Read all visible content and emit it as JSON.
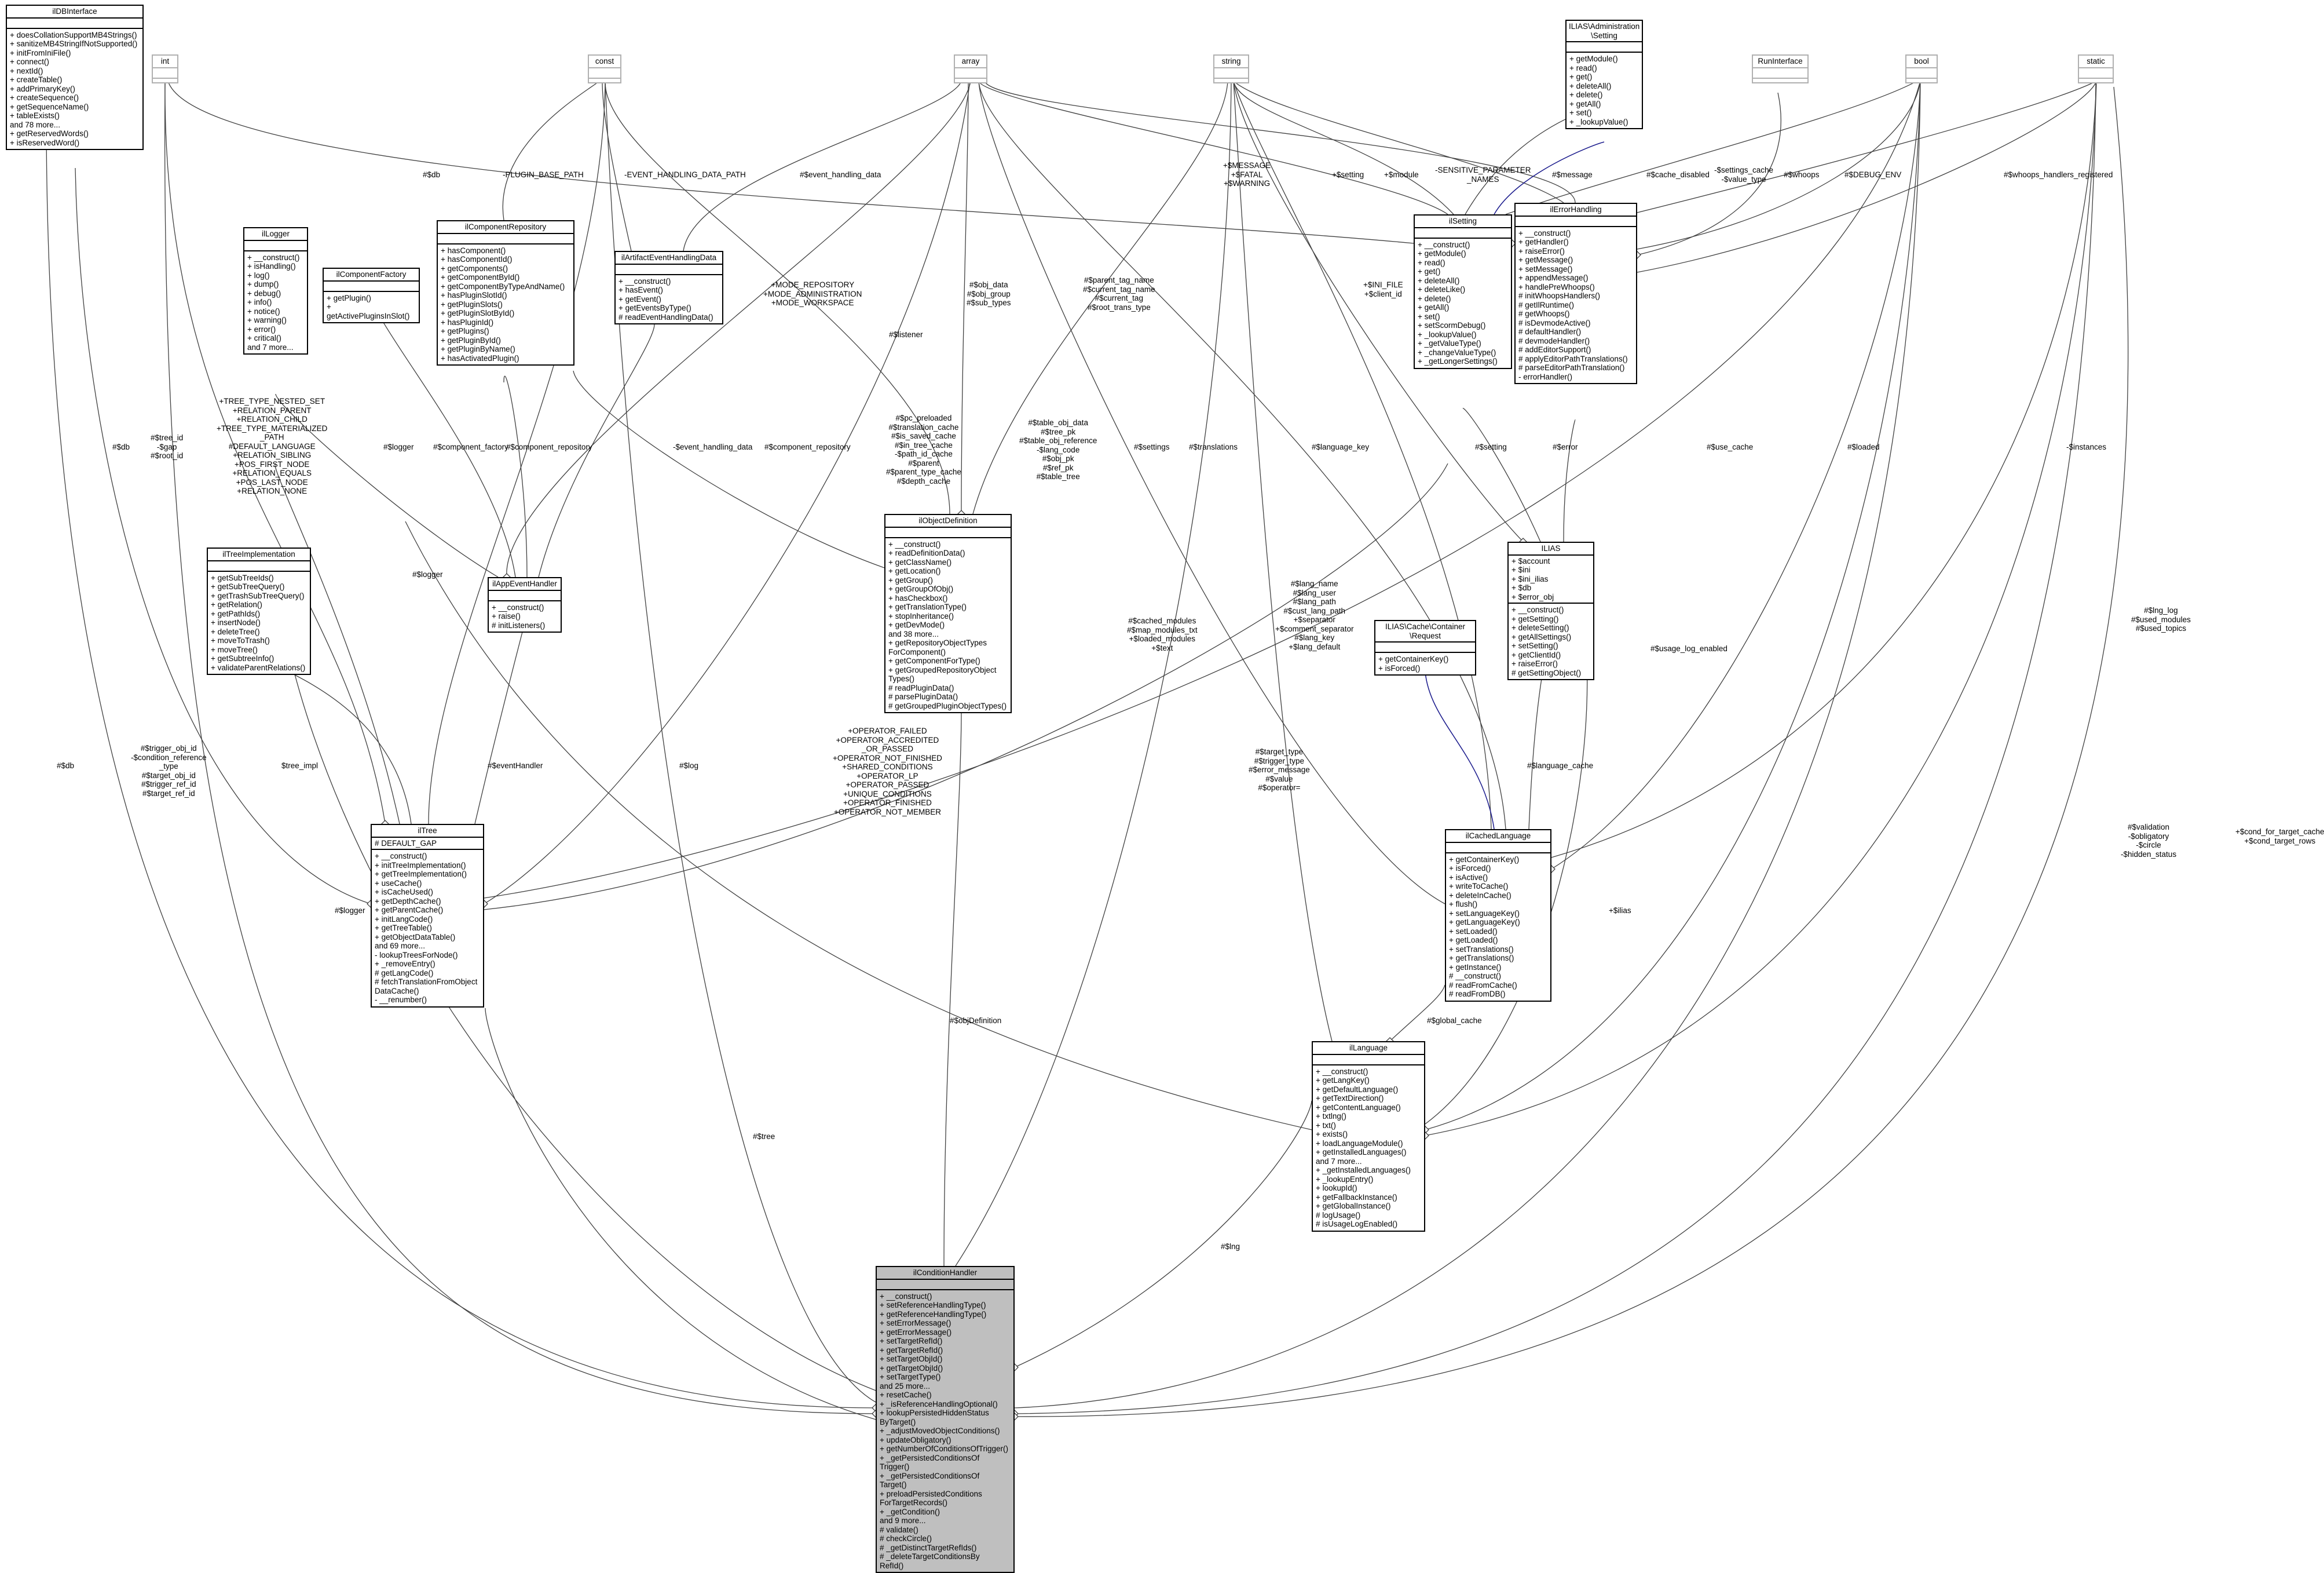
{
  "nodes": [
    {
      "id": "n-ildbinterface",
      "title": "ilDBInterface",
      "attrs": "",
      "methods": "+ doesCollationSupportMB4Strings()\n+ sanitizeMB4StringIfNotSupported()\n+ initFromIniFile()\n+ connect()\n+ nextId()\n+ createTable()\n+ addPrimaryKey()\n+ createSequence()\n+ getSequenceName()\n+ tableExists()\nand 78 more...\n+ getReservedWords()\n+ isReservedWord()",
      "ghost": false
    },
    {
      "id": "n-int",
      "title": "int",
      "attrs": "",
      "methods": "",
      "ghost": true
    },
    {
      "id": "n-const",
      "title": "const",
      "attrs": "",
      "methods": "",
      "ghost": true
    },
    {
      "id": "n-array",
      "title": "array",
      "attrs": "",
      "methods": "",
      "ghost": true
    },
    {
      "id": "n-string",
      "title": "string",
      "attrs": "",
      "methods": "",
      "ghost": true
    },
    {
      "id": "n-adminsetting",
      "title": "ILIAS\\Administration\n\\Setting",
      "attrs": "",
      "methods": "+ getModule()\n+ read()\n+ get()\n+ deleteAll()\n+ delete()\n+ getAll()\n+ set()\n+ _lookupValue()",
      "ghost": false
    },
    {
      "id": "n-runinterface",
      "title": "RunInterface",
      "attrs": "",
      "methods": "",
      "ghost": true
    },
    {
      "id": "n-bool",
      "title": "bool",
      "attrs": "",
      "methods": "",
      "ghost": true
    },
    {
      "id": "n-static",
      "title": "static",
      "attrs": "",
      "methods": "",
      "ghost": true
    },
    {
      "id": "n-illogger",
      "title": "ilLogger",
      "attrs": "",
      "methods": "+ __construct()\n+ isHandling()\n+ log()\n+ dump()\n+ debug()\n+ info()\n+ notice()\n+ warning()\n+ error()\n+ critical()\nand 7 more...",
      "ghost": false
    },
    {
      "id": "n-ilcomponentfactory",
      "title": "ilComponentFactory",
      "attrs": "",
      "methods": "+ getPlugin()\n+ getActivePluginsInSlot()",
      "ghost": false
    },
    {
      "id": "n-ilcomponentrepository",
      "title": "ilComponentRepository",
      "attrs": "",
      "methods": "+ hasComponent()\n+ hasComponentId()\n+ getComponents()\n+ getComponentById()\n+ getComponentByTypeAndName()\n+ hasPluginSlotId()\n+ getPluginSlots()\n+ getPluginSlotById()\n+ hasPluginId()\n+ getPlugins()\n+ getPluginById()\n+ getPluginByName()\n+ hasActivatedPlugin()",
      "ghost": false
    },
    {
      "id": "n-ilartifact",
      "title": "ilArtifactEventHandlingData",
      "attrs": "",
      "methods": "+ __construct()\n+ hasEvent()\n+ getEvent()\n+ getEventsByType()\n# readEventHandlingData()",
      "ghost": false
    },
    {
      "id": "n-ilsetting",
      "title": "ilSetting",
      "attrs": "",
      "methods": "+ __construct()\n+ getModule()\n+ read()\n+ get()\n+ deleteAll()\n+ deleteLike()\n+ delete()\n+ getAll()\n+ set()\n+ setScormDebug()\n+ _lookupValue()\n+ _getValueType()\n+ _changeValueType()\n+ _getLongerSettings()",
      "ghost": false
    },
    {
      "id": "n-ilerrorhandling",
      "title": "ilErrorHandling",
      "attrs": "",
      "methods": "+ __construct()\n+ getHandler()\n+ raiseError()\n+ getMessage()\n+ setMessage()\n+ appendMessage()\n+ handlePreWhoops()\n# initWhoopsHandlers()\n# getIlRuntime()\n# getWhoops()\n# isDevmodeActive()\n# defaultHandler()\n# devmodeHandler()\n# addEditorSupport()\n# applyEditorPathTranslations()\n# parseEditorPathTranslation()\n- errorHandler()",
      "ghost": false
    },
    {
      "id": "n-iltreeimpl",
      "title": "ilTreeImplementation",
      "attrs": "",
      "methods": "+ getSubTreeIds()\n+ getSubTreeQuery()\n+ getTrashSubTreeQuery()\n+ getRelation()\n+ getPathIds()\n+ insertNode()\n+ deleteTree()\n+ moveToTrash()\n+ moveTree()\n+ getSubtreeInfo()\n+ validateParentRelations()",
      "ghost": false
    },
    {
      "id": "n-ilappeventhandler",
      "title": "ilAppEventHandler",
      "attrs": "",
      "methods": "+ __construct()\n+ raise()\n# initListeners()",
      "ghost": false
    },
    {
      "id": "n-ilobjectdefinition",
      "title": "ilObjectDefinition",
      "attrs": "",
      "methods": "+ __construct()\n+ readDefinitionData()\n+ getClassName()\n+ getLocation()\n+ getGroup()\n+ getGroupOfObj()\n+ hasCheckbox()\n+ getTranslationType()\n+ stopInheritance()\n+ getDevMode()\nand 38 more...\n+ getRepositoryObjectTypes\nForComponent()\n+ getComponentForType()\n+ getGroupedRepositoryObject\nTypes()\n# readPluginData()\n# parsePluginData()\n# getGroupedPluginObjectTypes()",
      "ghost": false
    },
    {
      "id": "n-ilias",
      "title": "ILIAS",
      "attrs": "+ $account\n+ $ini\n+ $ini_ilias\n+ $db\n+ $error_obj",
      "methods": "+ __construct()\n+ getSetting()\n+ deleteSetting()\n+ getAllSettings()\n+ setSetting()\n+ getClientId()\n+ raiseError()\n# getSettingObject()",
      "ghost": false
    },
    {
      "id": "n-cachecontainer",
      "title": "ILIAS\\Cache\\Container\n\\Request",
      "attrs": "",
      "methods": "+ getContainerKey()\n+ isForced()",
      "ghost": false
    },
    {
      "id": "n-iltree",
      "title": "ilTree",
      "attrs": "# DEFAULT_GAP",
      "methods": "+ __construct()\n+ initTreeImplementation()\n+ getTreeImplementation()\n+ useCache()\n+ isCacheUsed()\n+ getDepthCache()\n+ getParentCache()\n+ initLangCode()\n+ getTreeTable()\n+ getObjectDataTable()\nand 69 more...\n- lookupTreesForNode()\n+ _removeEntry()\n# getLangCode()\n# fetchTranslationFromObject\nDataCache()\n- __renumber()",
      "ghost": false
    },
    {
      "id": "n-ilcachedlanguage",
      "title": "ilCachedLanguage",
      "attrs": "",
      "methods": "+ getContainerKey()\n+ isForced()\n+ isActive()\n+ writeToCache()\n+ deleteInCache()\n+ flush()\n+ setLanguageKey()\n+ getLanguageKey()\n+ setLoaded()\n+ getLoaded()\n+ setTranslations()\n+ getTranslations()\n+ getInstance()\n# __construct()\n# readFromCache()\n# readFromDB()",
      "ghost": false
    },
    {
      "id": "n-illanguage",
      "title": "ilLanguage",
      "attrs": "",
      "methods": "+ __construct()\n+ getLangKey()\n+ getDefaultLanguage()\n+ getTextDirection()\n+ getContentLanguage()\n+ txtlng()\n+ txt()\n+ exists()\n+ loadLanguageModule()\n+ getInstalledLanguages()\nand 7 more...\n+ _getInstalledLanguages()\n+ _lookupEntry()\n+ lookupId()\n+ getFallbackInstance()\n+ getGlobalInstance()\n# logUsage()\n# isUsageLogEnabled()",
      "ghost": false
    },
    {
      "id": "n-ilconditionhandler",
      "title": "ilConditionHandler",
      "attrs": "",
      "methods": "+ __construct()\n+ setReferenceHandlingType()\n+ getReferenceHandlingType()\n+ setErrorMessage()\n+ getErrorMessage()\n+ setTargetRefId()\n+ getTargetRefId()\n+ setTargetObjId()\n+ getTargetObjId()\n+ setTargetType()\nand 25 more...\n+ resetCache()\n+ _isReferenceHandlingOptional()\n+ lookupPersistedHiddenStatus\nByTarget()\n+ _adjustMovedObjectConditions()\n+ updateObligatory()\n+ getNumberOfConditionsOfTrigger()\n+ _getPersistedConditionsOf\nTrigger()\n+ _getPersistedConditionsOf\nTarget()\n+ preloadPersistedConditions\nForTargetRecords()\n+ _getCondition()\nand 9 more...\n# validate()\n# checkCircle()\n# _getDistinctTargetRefIds()\n# _deleteTargetConditionsBy\nRefId()",
      "ghost": false,
      "highlight": true
    }
  ],
  "edge_labels": [
    {
      "id": "l1",
      "text": "#$db"
    },
    {
      "id": "l2",
      "text": "-PLUGIN_BASE_PATH"
    },
    {
      "id": "l3",
      "text": "-EVENT_HANDLING_DATA_PATH"
    },
    {
      "id": "l4",
      "text": "#$event_handling_data"
    },
    {
      "id": "l5",
      "text": "+$MESSAGE\n+$FATAL\n+$WARNING"
    },
    {
      "id": "l6",
      "text": "+$setting"
    },
    {
      "id": "l7",
      "text": "+$module"
    },
    {
      "id": "l8",
      "text": "-SENSITIVE_PARAMETER\n_NAMES"
    },
    {
      "id": "l9",
      "text": "#$message"
    },
    {
      "id": "l10",
      "text": "#$cache_disabled"
    },
    {
      "id": "l11",
      "text": "-$settings_cache\n-$value_type"
    },
    {
      "id": "l12",
      "text": "#$whoops"
    },
    {
      "id": "l13",
      "text": "#$DEBUG_ENV"
    },
    {
      "id": "l14",
      "text": "#$whoops_handlers_registered"
    },
    {
      "id": "l15",
      "text": "+MODE_REPOSITORY\n+MODE_ADMINISTRATION\n+MODE_WORKSPACE"
    },
    {
      "id": "l16",
      "text": "#$obj_data\n#$obj_group\n#$sub_types"
    },
    {
      "id": "l17",
      "text": "#$parent_tag_name\n#$current_tag_name\n#$current_tag\n#$root_trans_type"
    },
    {
      "id": "l18",
      "text": "+$INI_FILE\n+$client_id"
    },
    {
      "id": "l19",
      "text": "#$listener"
    },
    {
      "id": "l20",
      "text": "+TREE_TYPE_NESTED_SET\n+RELATION_PARENT\n+RELATION_CHILD\n+TREE_TYPE_MATERIALIZED\n_PATH\n#DEFAULT_LANGUAGE\n+RELATION_SIBLING\n+POS_FIRST_NODE\n+RELATION_EQUALS\n+POS_LAST_NODE\n+RELATION_NONE"
    },
    {
      "id": "l21",
      "text": "#$logger"
    },
    {
      "id": "l22",
      "text": "#$component_factory"
    },
    {
      "id": "l23",
      "text": "#$component_repository"
    },
    {
      "id": "l24",
      "text": "-$event_handling_data"
    },
    {
      "id": "l25",
      "text": "#$component_repository"
    },
    {
      "id": "l26",
      "text": "#$pc_preloaded\n#$translation_cache\n#$is_saved_cache\n#$in_tree_cache\n-$path_id_cache\n#$parent\n#$parent_type_cache\n#$depth_cache"
    },
    {
      "id": "l27",
      "text": "#$table_obj_data\n#$tree_pk\n#$table_obj_reference\n-$lang_code\n#$obj_pk\n#$ref_pk\n#$table_tree"
    },
    {
      "id": "l28",
      "text": "#$settings"
    },
    {
      "id": "l29",
      "text": "#$translations"
    },
    {
      "id": "l30",
      "text": "#$language_key"
    },
    {
      "id": "l31",
      "text": "#$setting"
    },
    {
      "id": "l32",
      "text": "#$error"
    },
    {
      "id": "l33",
      "text": "#$use_cache"
    },
    {
      "id": "l34",
      "text": "#$loaded"
    },
    {
      "id": "l35",
      "text": "-$instances"
    },
    {
      "id": "l36",
      "text": "#$db"
    },
    {
      "id": "l37",
      "text": "#$tree_id\n-$gap\n#$root_id"
    },
    {
      "id": "l38",
      "text": "#$logger"
    },
    {
      "id": "l39",
      "text": "#$eventHandler"
    },
    {
      "id": "l40",
      "text": "#$cached_modules\n#$map_modules_txt\n+$loaded_modules\n+$text"
    },
    {
      "id": "l41",
      "text": "#$lang_name\n#$lang_user\n#$lang_path\n#$cust_lang_path\n+$separator\n+$comment_separator\n#$lang_key\n+$lang_default"
    },
    {
      "id": "l42",
      "text": "#$usage_log_enabled"
    },
    {
      "id": "l43",
      "text": "#$lng_log\n#$used_modules\n#$used_topics"
    },
    {
      "id": "l44",
      "text": "#$db"
    },
    {
      "id": "l45",
      "text": "#$trigger_obj_id\n-$condition_reference\n_type\n#$target_obj_id\n#$trigger_ref_id\n#$target_ref_id"
    },
    {
      "id": "l46",
      "text": "$tree_impl"
    },
    {
      "id": "l47",
      "text": "#$log"
    },
    {
      "id": "l48",
      "text": "+OPERATOR_FAILED\n+OPERATOR_ACCREDITED\n_OR_PASSED\n+OPERATOR_NOT_FINISHED\n+SHARED_CONDITIONS\n+OPERATOR_LP\n+OPERATOR_PASSED\n+UNIQUE_CONDITIONS\n+OPERATOR_FINISHED\n+OPERATOR_NOT_MEMBER"
    },
    {
      "id": "l49",
      "text": "#$target_type\n#$trigger_type\n#$error_message\n#$value\n#$operator="
    },
    {
      "id": "l50",
      "text": "#$language_cache"
    },
    {
      "id": "l51",
      "text": "+$ilias"
    },
    {
      "id": "l52",
      "text": "#$validation\n-$obligatory\n-$circle\n-$hidden_status"
    },
    {
      "id": "l53",
      "text": "+$cond_for_target_cache\n+$cond_target_rows"
    },
    {
      "id": "l54",
      "text": "#$logger"
    },
    {
      "id": "l55",
      "text": "#$objDefinition"
    },
    {
      "id": "l56",
      "text": "#$global_cache"
    },
    {
      "id": "l57",
      "text": "#$tree"
    },
    {
      "id": "l58",
      "text": "#$lng"
    }
  ]
}
